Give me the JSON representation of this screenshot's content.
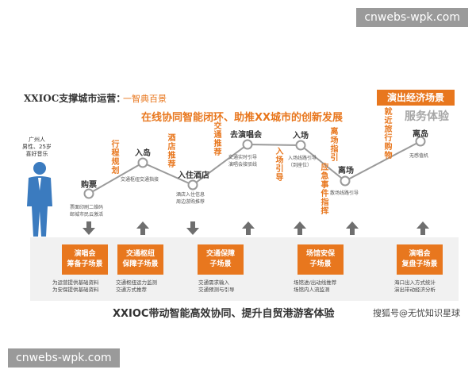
{
  "watermark_top": "cnwebs-wpk.com",
  "watermark_bottom": "cnwebs-wpk.com",
  "brand": "XXIOC支撑城市运营：",
  "brand_tagline": "一智典百景",
  "headline": "在线协同智能闭环、助推XX城市的创新发展",
  "top_right_badge": "演出经济场景",
  "top_right_sub": "服务体验",
  "persona": [
    "广州人",
    "男性、25岁",
    "喜好音乐"
  ],
  "stages": [
    {
      "label": "购票",
      "desc": [
        "票面印刷二维码",
        "邮城市民云激活"
      ]
    },
    {
      "label": "入岛",
      "desc": [
        "交通枢纽交通指接"
      ]
    },
    {
      "label": "入住酒店",
      "desc": [
        "酒店入住信息",
        "周边游购推荐"
      ]
    },
    {
      "label": "去演唱会",
      "desc": [
        "交通实时引导",
        "演唱会接驳线"
      ]
    },
    {
      "label": "入场",
      "desc": [
        "入场线路引导",
        "（到座位）"
      ]
    },
    {
      "label": "离场",
      "desc": [
        "散场线路引导"
      ]
    },
    {
      "label": "离岛",
      "desc": [
        "无感值机"
      ]
    }
  ],
  "vertical_labels": [
    "行程规划",
    "酒店推荐",
    "交通推荐",
    "入场引导",
    "应急事件指挥",
    "离场指引",
    "就近旅行购物"
  ],
  "scenes": [
    {
      "title": [
        "演唱会",
        "筹备子场景"
      ],
      "desc": [
        "为运营提供基础资料",
        "为安保提供基础资料"
      ]
    },
    {
      "title": [
        "交通枢纽",
        "保障子场景"
      ],
      "desc": [
        "交通枢纽运力监测",
        "交通方式推荐"
      ]
    },
    {
      "title": [
        "交通保障",
        "子场景"
      ],
      "desc": [
        "交通需求输入",
        "交通预测与引导"
      ]
    },
    {
      "title": [
        "场馆安保",
        "子场景"
      ],
      "desc": [
        "场馆进/出动线推荐",
        "场馆内人流监测"
      ]
    },
    {
      "title": [
        "演唱会",
        "复盘子场景"
      ],
      "desc": [
        "海口出入方式统计",
        "演出带动经济分析"
      ]
    }
  ],
  "footer": "XXIOC带动智能高效协同、提升自贸港游客体验",
  "source": "搜狐号@无忧知识星球",
  "colors": {
    "accent": "#e8771e",
    "line": "#9a9a9a",
    "band": "#f1f1f1",
    "text": "#333333",
    "gray_text": "#a6a6a6"
  }
}
